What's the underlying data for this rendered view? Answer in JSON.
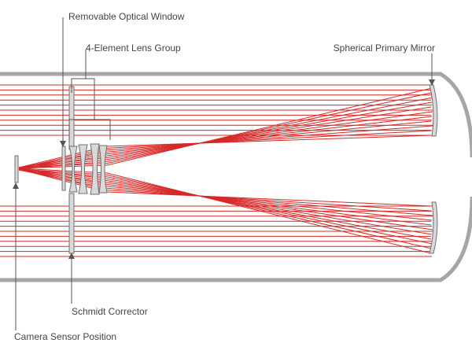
{
  "labels": {
    "removable_window": "Removable Optical Window",
    "lens_group": "4-Element Lens Group",
    "primary_mirror": "Spherical Primary Mirror",
    "schmidt_corrector": "Schmidt Corrector",
    "camera_sensor": "Camera Sensor Position"
  },
  "colors": {
    "ray": "#d62828",
    "tube": "#a6a6a6",
    "optic_fill": "#d9d9d9",
    "optic_stroke": "#6f6f6f",
    "leader": "#555555",
    "text": "#444444"
  }
}
